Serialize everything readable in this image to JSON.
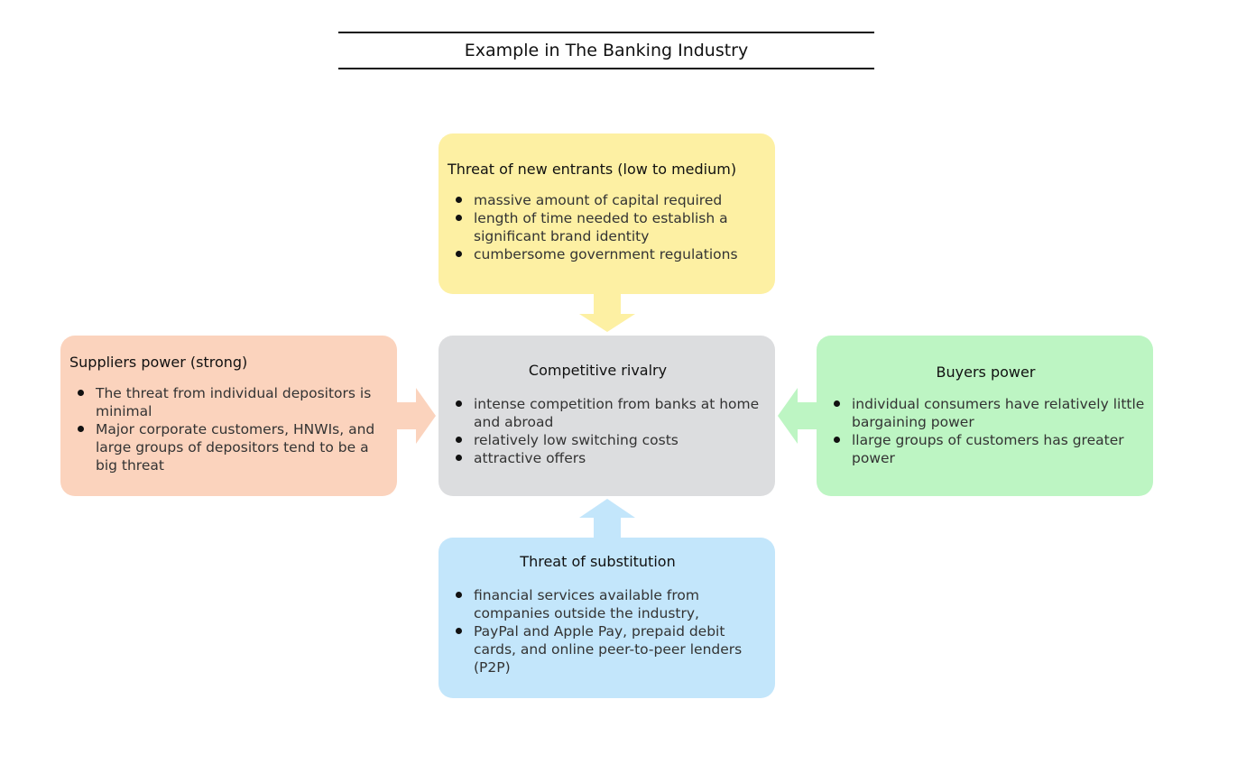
{
  "title": "Example in The Banking Industry",
  "colors": {
    "new_entrants": "#fdf0a3",
    "suppliers": "#fbd3bd",
    "rivalry": "#dcdddf",
    "buyers": "#bdf5c3",
    "substitution": "#c3e6fb"
  },
  "new_entrants": {
    "heading": "Threat of new entrants (low to medium)",
    "items": [
      "massive amount of capital required",
      "length of time needed to establish a significant brand identity",
      "cumbersome government regulations"
    ]
  },
  "suppliers": {
    "heading": "Suppliers power (strong)",
    "items": [
      "The threat from individual depositors is minimal",
      "Major corporate customers, HNWIs, and large groups of depositors tend to be a big threat"
    ]
  },
  "rivalry": {
    "heading": "Competitive rivalry",
    "items": [
      "intense competition from banks at home and abroad",
      "relatively low switching costs",
      "attractive offers"
    ]
  },
  "buyers": {
    "heading": "Buyers power",
    "items": [
      "individual consumers have relatively little bargaining power",
      "llarge groups of customers has greater power"
    ]
  },
  "substitution": {
    "heading": "Threat of substitution",
    "items": [
      "financial services available from companies outside the industry,",
      "PayPal and Apple Pay, prepaid debit cards, and online peer-to-peer lenders (P2P)"
    ]
  }
}
